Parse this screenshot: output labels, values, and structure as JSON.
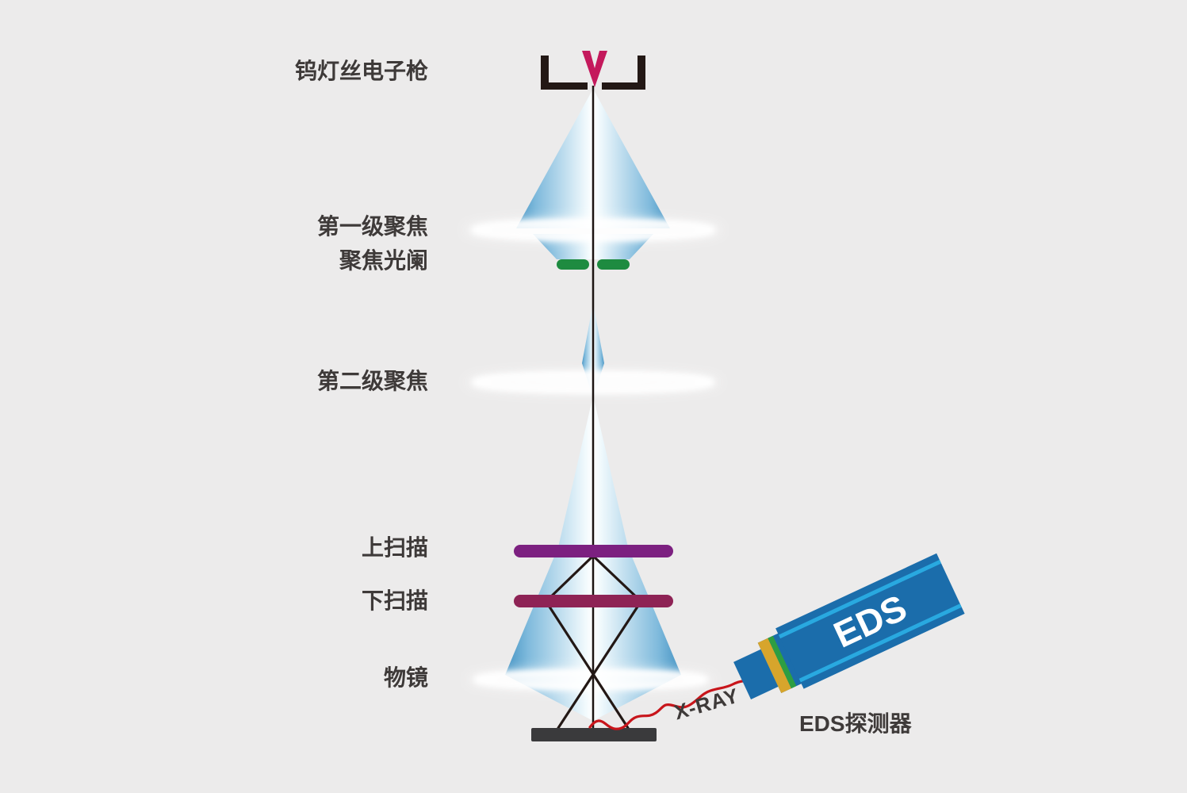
{
  "labels": {
    "electron_gun": "钨灯丝电子枪",
    "first_condenser": "第一级聚焦",
    "condenser_aperture": "聚焦光阑",
    "second_condenser": "第二级聚焦",
    "upper_scan_coil": "上扫描",
    "lower_scan_coil": "下扫描",
    "objective_lens": "物镜",
    "xray": "X-RAY",
    "eds_detector": "EDS探测器"
  },
  "detector": {
    "body_label": "EDS"
  },
  "colors": {
    "background": "#ECEBEB",
    "label_text": "#3E3A39",
    "gun_bracket": "#231815",
    "filament_magenta": "#C4195C",
    "aperture_green": "#1E8B40",
    "upper_scan_purple": "#7C2080",
    "lower_scan_maroon": "#8E2355",
    "beam_blue_edge": "#4493C3",
    "lens_white": "#FFFFFF",
    "sample_stage": "#3A3A3C",
    "xray_wire_red": "#C8151B",
    "eds_body_blue": "#1B6DAB",
    "eds_stripe_cyan": "#29A9E0",
    "eds_stripe_gold": "#D7A52C",
    "eds_stripe_green": "#2E9E42"
  }
}
